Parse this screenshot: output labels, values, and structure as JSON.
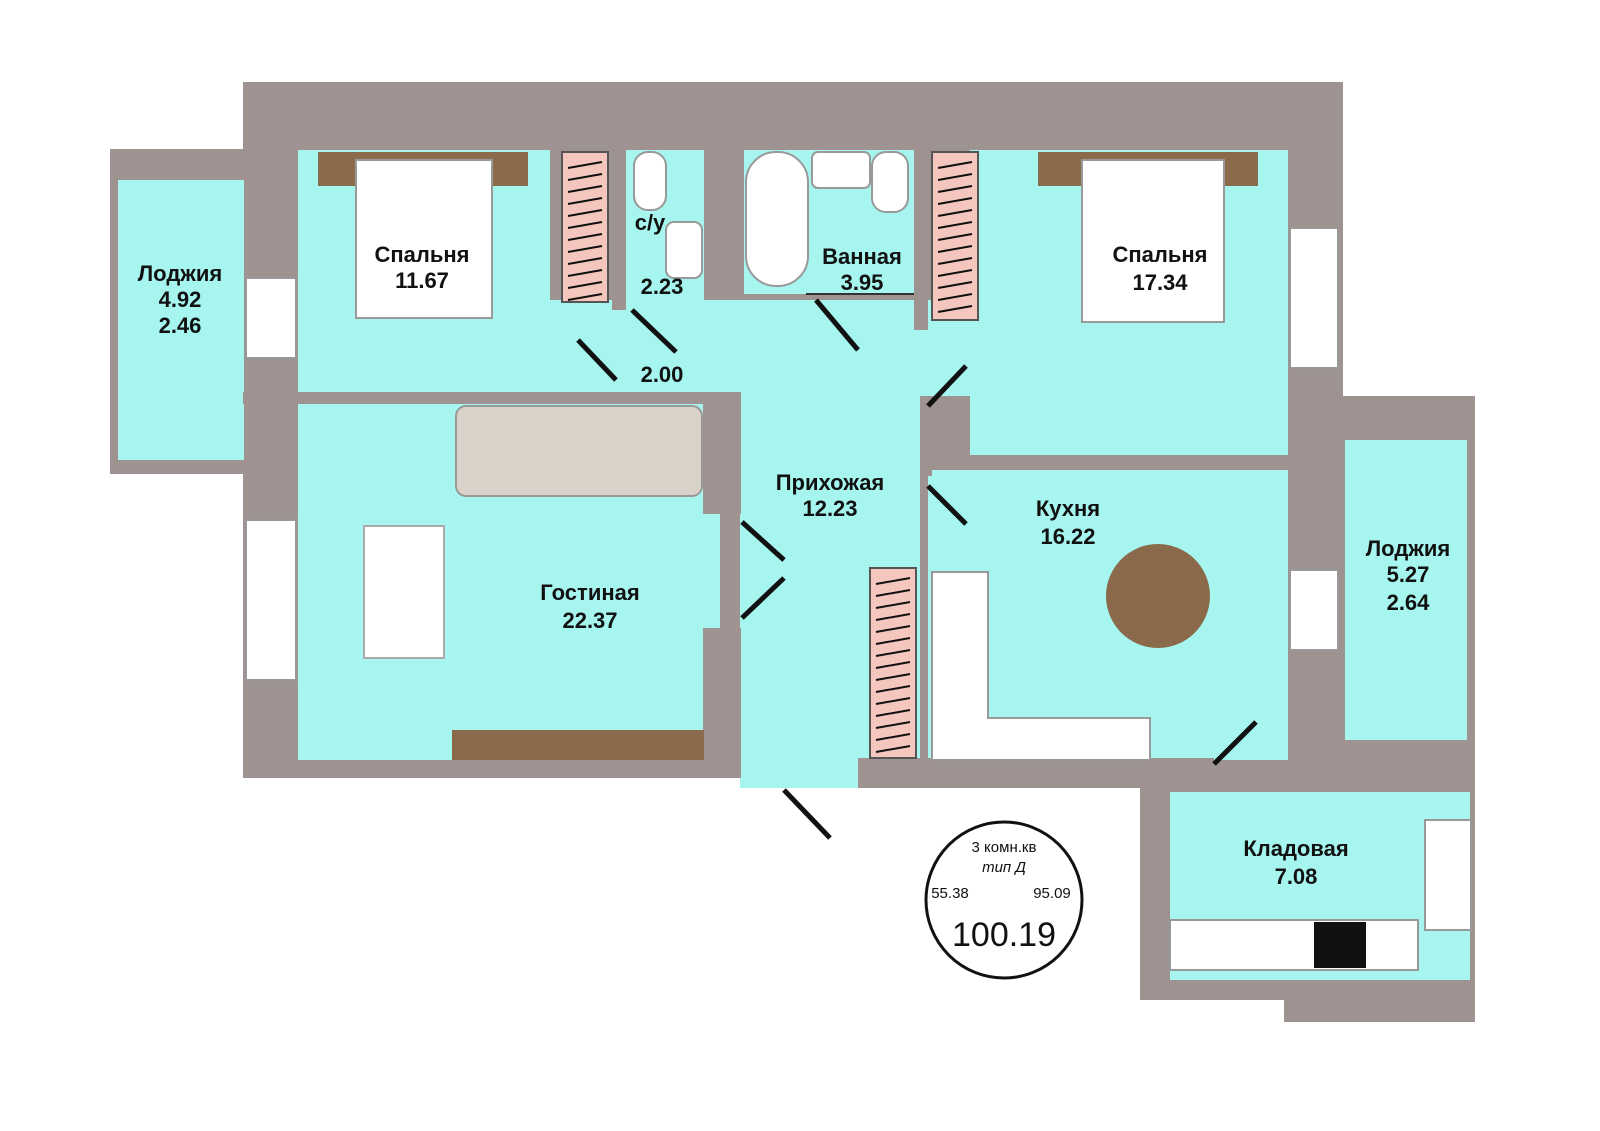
{
  "colors": {
    "wall": "#9e9391",
    "floor": "#a6f5ef",
    "door": "#111111",
    "wardrobe": "#f4c6bd",
    "wood": "#8a6a4a",
    "fixture": "#ffffff"
  },
  "rooms": {
    "loggia_left": {
      "name": "Лоджия",
      "area": "4.92",
      "area2": "2.46"
    },
    "bedroom_1": {
      "name": "Спальня",
      "area": "11.67"
    },
    "wc": {
      "name": "с/у",
      "area": "2.23"
    },
    "closet": {
      "area": "2.00"
    },
    "bathroom": {
      "name": "Ванная",
      "area": "3.95"
    },
    "bedroom_2": {
      "name": "Спальня",
      "area": "17.34"
    },
    "hallway": {
      "name": "Прихожая",
      "area": "12.23"
    },
    "living_room": {
      "name": "Гостиная",
      "area": "22.37"
    },
    "kitchen": {
      "name": "Кухня",
      "area": "16.22"
    },
    "loggia_right": {
      "name": "Лоджия",
      "area": "5.27",
      "area2": "2.64"
    },
    "storage": {
      "name": "Кладовая",
      "area": "7.08"
    }
  },
  "summary": {
    "type_line1": "3 комн.кв",
    "type_line2": "тип Д",
    "living_area": "55.38",
    "area_no_loggia": "95.09",
    "total_area": "100.19"
  }
}
